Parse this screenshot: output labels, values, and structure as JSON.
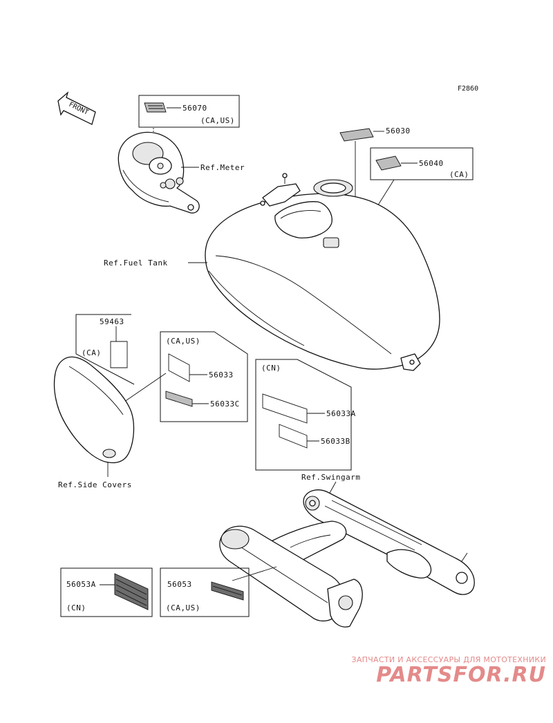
{
  "figure_code": "F2860",
  "front_label": "FRONT",
  "parts": {
    "p56070": {
      "number": "56070",
      "region": "(CA,US)"
    },
    "p56030": {
      "number": "56030"
    },
    "p56040": {
      "number": "56040",
      "region": "(CA)"
    },
    "p59463": {
      "number": "59463",
      "region": "(CA)"
    },
    "p56033_box": {
      "region": "(CA,US)"
    },
    "p56033": {
      "number": "56033"
    },
    "p56033C": {
      "number": "56033C"
    },
    "p56033_cn_box": {
      "region": "(CN)"
    },
    "p56033A": {
      "number": "56033A"
    },
    "p56033B": {
      "number": "56033B"
    },
    "p56053A": {
      "number": "56053A",
      "region": "(CN)"
    },
    "p56053": {
      "number": "56053",
      "region": "(CA,US)"
    }
  },
  "refs": {
    "meter": "Ref.Meter",
    "fuel_tank": "Ref.Fuel Tank",
    "side_covers": "Ref.Side Covers",
    "swingarm": "Ref.Swingarm"
  },
  "footer": {
    "tagline": "ЗАПЧАСТИ И АКСЕССУАРЫ ДЛЯ МОТОТЕХНИКИ",
    "logo": "PARTSFOR.RU",
    "brand_color": "#e48a8a"
  }
}
